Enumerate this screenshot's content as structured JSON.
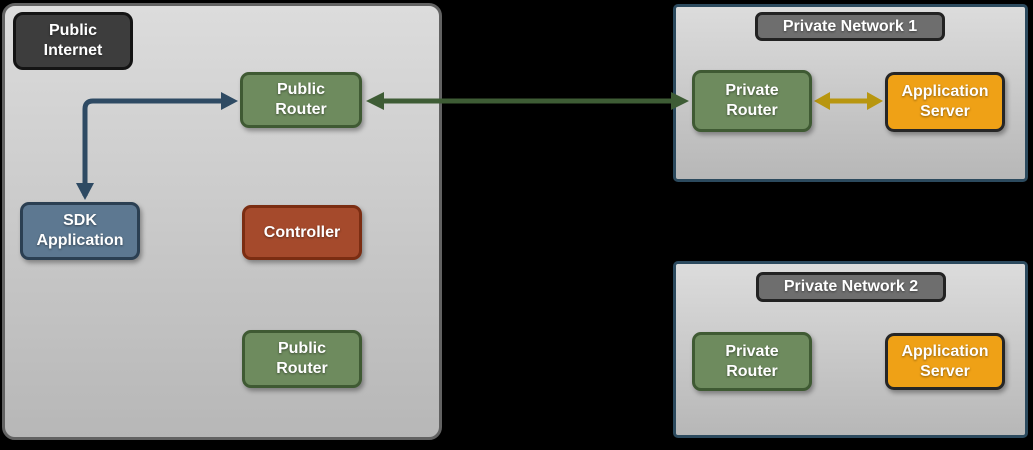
{
  "colors": {
    "background": "#000000",
    "panel-fill-top": "#dcdcdc",
    "panel-fill-bottom": "#b7b7b7",
    "panel-border-gray": "#626262",
    "panel-border-blue": "#2c4a5e",
    "node-green-fill": "#6e8b5e",
    "node-green-border": "#3f5a33",
    "node-blue-fill": "#5d7891",
    "node-blue-border": "#2b3f52",
    "node-red-fill": "#a54a2c",
    "node-red-border": "#7b2d12",
    "node-orange-fill": "#efa116",
    "node-orange-border": "#262626",
    "label-dark-fill": "#3d3d3d",
    "label-dark-border": "#141414",
    "label-gray-fill": "#6e6e6e",
    "label-gray-border": "#222222",
    "arrow-blue": "#2e4a63",
    "arrow-green": "#3e5c35",
    "arrow-yellow": "#b8960f",
    "text": "#ffffff"
  },
  "diagram": {
    "public_internet": {
      "label": "Public Internet",
      "public_router_top": "Public Router",
      "sdk_application": "SDK Application",
      "controller": "Controller",
      "public_router_bottom": "Public Router"
    },
    "private_network_1": {
      "label": "Private Network 1",
      "private_router": "Private Router",
      "application_server": "Application Server"
    },
    "private_network_2": {
      "label": "Private Network 2",
      "private_router": "Private Router",
      "application_server": "Application Server"
    },
    "connections": [
      {
        "from": "SDK Application",
        "to": "Public Router",
        "direction": "bidirectional",
        "color": "#2e4a63"
      },
      {
        "from": "Public Router",
        "to": "Private Router (Private Network 1)",
        "direction": "bidirectional",
        "color": "#3e5c35"
      },
      {
        "from": "Private Router (Private Network 1)",
        "to": "Application Server (Private Network 1)",
        "direction": "bidirectional",
        "color": "#b8960f"
      }
    ]
  }
}
